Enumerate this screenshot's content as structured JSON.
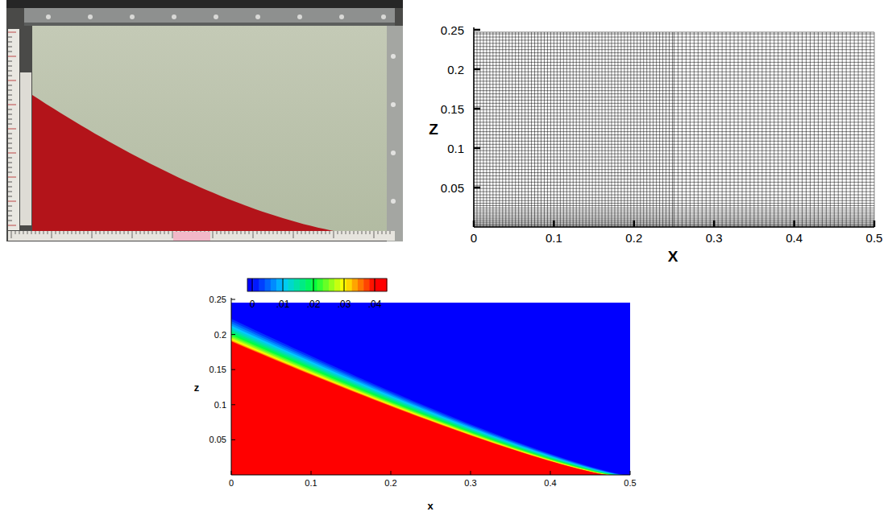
{
  "diagram": {
    "labels": [
      "0.25",
      "0.2",
      "0.15",
      "0.1",
      "0.05",
      "Z",
      "0",
      "0.1",
      "0.2",
      "0.3",
      "0.4",
      "0.5",
      "X",
      "0",
      ".01",
      ".02",
      ".03",
      ".04",
      "0.25",
      "0.2",
      "0.15",
      "0.1",
      "0.05",
      "z",
      "0",
      "0.1",
      "0.2",
      "0.3",
      "0.4",
      "0.5",
      "x"
    ]
  }
}
